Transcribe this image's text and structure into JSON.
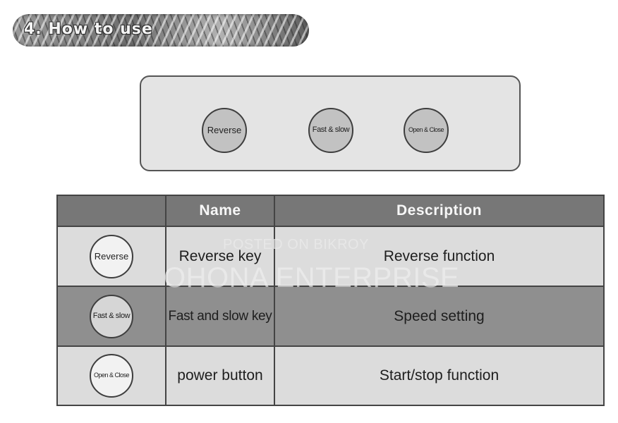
{
  "banner": {
    "title": "4. How to use"
  },
  "remote": {
    "keys": [
      {
        "label": "Reverse",
        "icon": "reverse-key-icon"
      },
      {
        "label": "Fast & slow",
        "icon": "fast-slow-key-icon"
      },
      {
        "label": "Open & Close",
        "icon": "open-close-key-icon"
      }
    ]
  },
  "table": {
    "headers": [
      "",
      "Name",
      "Description"
    ],
    "rows": [
      {
        "key_label": "Reverse",
        "name": "Reverse key",
        "description": "Reverse function"
      },
      {
        "key_label": "Fast & slow",
        "name": "Fast and slow key",
        "description": "Speed setting"
      },
      {
        "key_label": "Open & Close",
        "name": "power button",
        "description": "Start/stop function"
      }
    ]
  },
  "watermark": {
    "line1": "POSTED ON BIKROY",
    "line2": "OHONA ENTERPRISE"
  },
  "colors": {
    "header_row": "#777777",
    "light_row": "#dcdcdc",
    "dark_row": "#8f8f8f",
    "panel": "#e4e4e4"
  }
}
